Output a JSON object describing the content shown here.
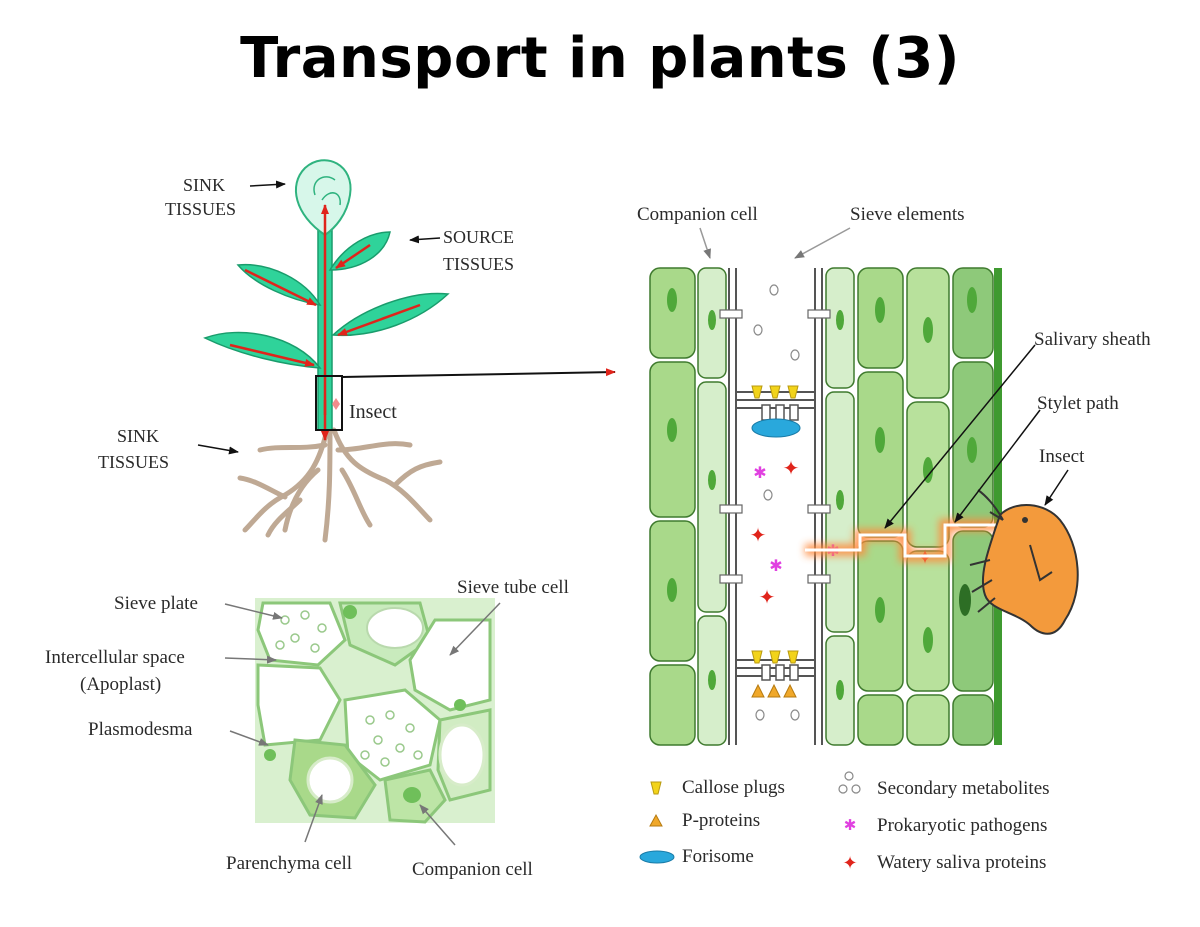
{
  "title": "Transport in plants (3)",
  "plant": {
    "sink_top": [
      "SINK",
      "TISSUES"
    ],
    "source": [
      "SOURCE",
      "TISSUES"
    ],
    "sink_bottom": [
      "SINK",
      "TISSUES"
    ],
    "insect": "Insect"
  },
  "cross_section": {
    "sieve_plate": "Sieve plate",
    "sieve_tube_cell": "Sieve tube cell",
    "intercellular": [
      "Intercellular space",
      "(Apoplast)"
    ],
    "plasmodesma": "Plasmodesma",
    "parenchyma": "Parenchyma cell",
    "companion": "Companion cell"
  },
  "phloem": {
    "companion_cell": "Companion cell",
    "sieve_elements": "Sieve elements",
    "salivary_sheath": "Salivary sheath",
    "stylet_path": "Stylet path",
    "insect": "Insect"
  },
  "legend": {
    "callose": "Callose plugs",
    "p_proteins": "P-proteins",
    "forisome": "Forisome",
    "secondary": "Secondary metabolites",
    "prokaryotic": "Prokaryotic pathogens",
    "saliva": "Watery saliva proteins"
  },
  "colors": {
    "leaf": "#2fd39a",
    "leaf_light": "#bff2dc",
    "arrow_red": "#e0241b",
    "root": "#bba48f",
    "cell_green": "#a9d98a",
    "cell_dark": "#6fbf5a",
    "insect": "#f39a3c",
    "forisome": "#29a8dc",
    "callose": "#f2d31a",
    "pathogen": "#e040e0"
  }
}
